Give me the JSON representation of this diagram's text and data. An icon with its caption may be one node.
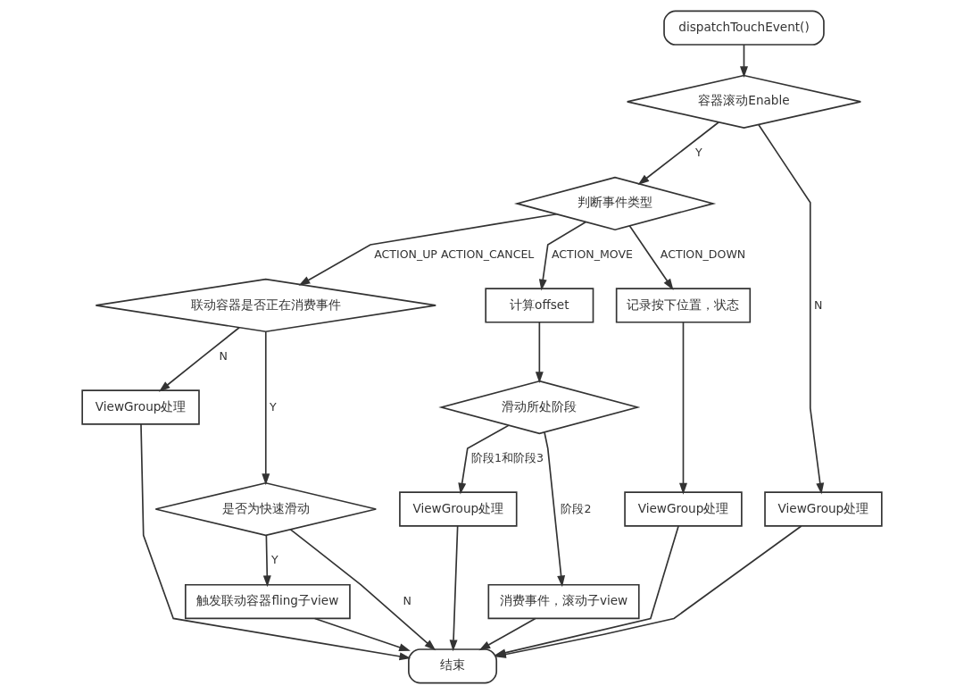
{
  "diagram": {
    "nodes": [
      {
        "text": [
          "dispatchTouchEvent()"
        ]
      },
      {
        "text": [
          "容器滚动Enable"
        ]
      },
      {
        "text": [
          "判断事件类型"
        ]
      },
      {
        "text": [
          "联动容器是否正在消费事件"
        ]
      },
      {
        "text": [
          "计算offset"
        ]
      },
      {
        "text": [
          "记录按下位置，状态"
        ]
      },
      {
        "text": [
          "ViewGroup处理"
        ]
      },
      {
        "text": [
          "滑动所处阶段"
        ]
      },
      {
        "text": [
          "是否为快速滑动"
        ]
      },
      {
        "text": [
          "ViewGroup处理"
        ]
      },
      {
        "text": [
          "ViewGroup处理"
        ]
      },
      {
        "text": [
          "ViewGroup处理"
        ]
      },
      {
        "text": [
          "消费事件，滚动子view"
        ]
      },
      {
        "text": [
          "触发联动容器fling子view"
        ]
      },
      {
        "text": [
          "结束"
        ]
      }
    ],
    "edges": [
      {
        "from": 0,
        "to": 1,
        "arrow": "to"
      },
      {
        "from": 1,
        "to": 11,
        "arrow": "to",
        "label": "N"
      },
      {
        "from": 1,
        "to": 2,
        "arrow": "to",
        "label": "Y"
      },
      {
        "from": 2,
        "to": 3,
        "arrow": "to",
        "label": "ACTION_UP ACTION_CANCEL"
      },
      {
        "from": 2,
        "to": 4,
        "arrow": "to",
        "label": "ACTION_MOVE"
      },
      {
        "from": 2,
        "to": 5,
        "arrow": "to",
        "label": "ACTION_DOWN"
      },
      {
        "from": 3,
        "to": 6,
        "arrow": "to",
        "label": "N"
      },
      {
        "from": 3,
        "to": 8,
        "arrow": "to",
        "label": "Y"
      },
      {
        "from": 4,
        "to": 7,
        "arrow": "to"
      },
      {
        "from": 7,
        "to": 9,
        "arrow": "to",
        "label": "阶段1和阶段3"
      },
      {
        "from": 7,
        "to": 12,
        "arrow": "to",
        "label": "阶段2"
      },
      {
        "from": 8,
        "to": 14,
        "arrow": "to",
        "label": "N"
      },
      {
        "from": 8,
        "to": 13,
        "arrow": "to",
        "label": "Y"
      },
      {
        "from": 6,
        "to": 14,
        "arrow": "to"
      },
      {
        "from": 13,
        "to": 14,
        "arrow": "to"
      },
      {
        "from": 12,
        "to": 14,
        "arrow": "to"
      },
      {
        "from": 9,
        "to": 14,
        "arrow": "to"
      },
      {
        "from": 5,
        "to": 10,
        "arrow": "to"
      },
      {
        "from": 10,
        "to": 14,
        "arrow": "to"
      },
      {
        "from": 11,
        "to": 14,
        "arrow": "to"
      }
    ]
  }
}
